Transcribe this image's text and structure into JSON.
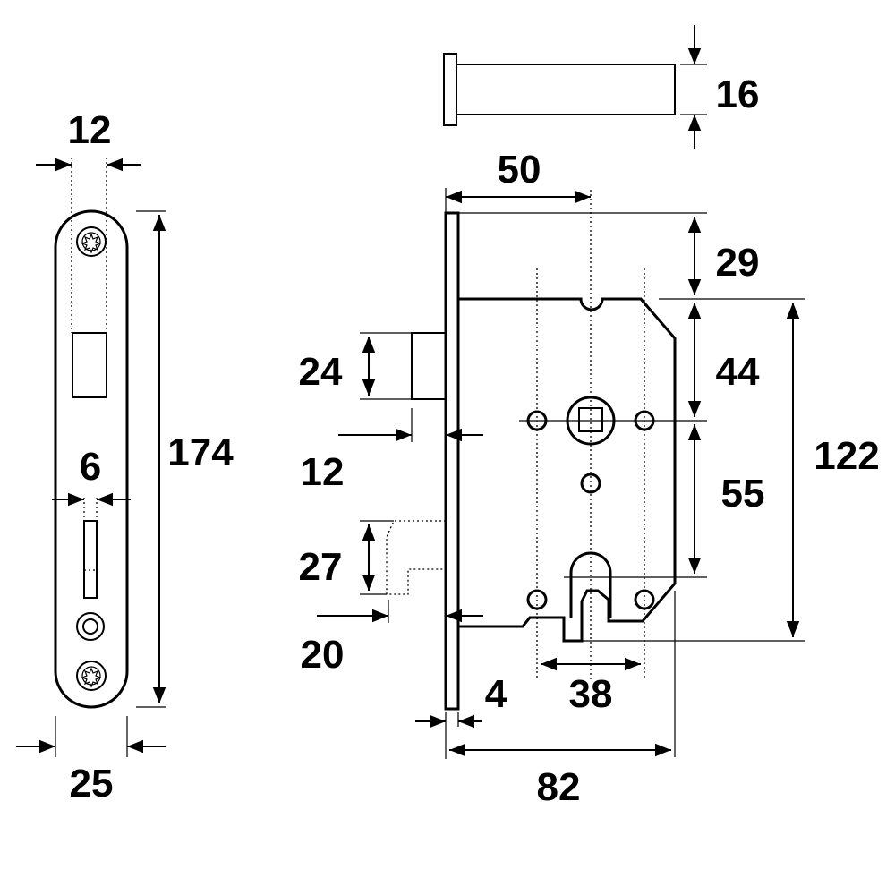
{
  "dimensions": {
    "faceplate_lip_width": "12",
    "faceplate_slot_width": "6",
    "faceplate_height": "174",
    "faceplate_width": "25",
    "strike_pin_diameter": "16",
    "backset": "50",
    "top_offset": "29",
    "latch_height": "24",
    "latch_projection": "12",
    "deadbolt_height": "27",
    "deadbolt_projection": "20",
    "plate_thickness": "4",
    "spindle_to_top": "44",
    "spindle_to_cylinder": "55",
    "body_height": "122",
    "fixing_centres": "38",
    "body_depth": "82"
  }
}
